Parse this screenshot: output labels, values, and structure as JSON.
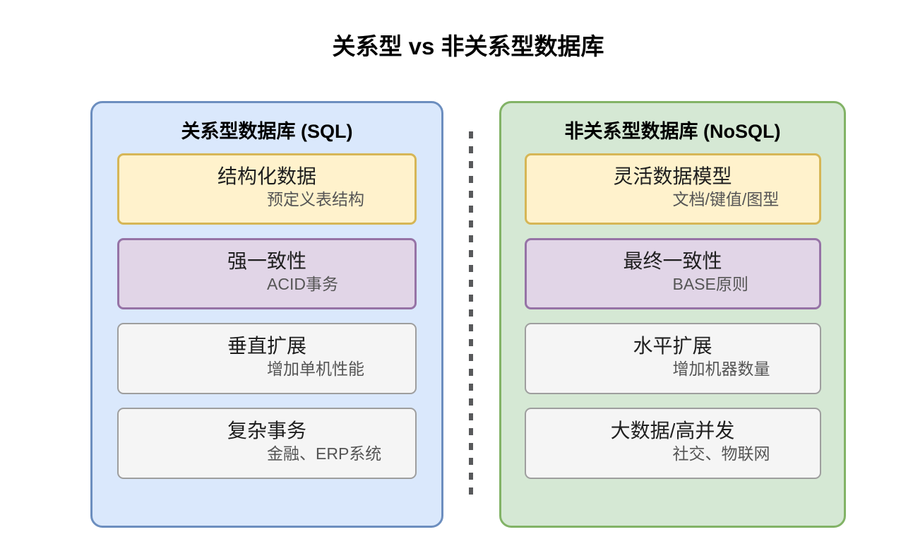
{
  "title": "关系型 vs 非关系型数据库",
  "divider": {
    "color": "#58595b",
    "style": "dashed-vertical"
  },
  "card_colors": {
    "yellow": {
      "bg": "#fff2cc",
      "border": "#d6b656"
    },
    "purple": {
      "bg": "#e1d5e7",
      "border": "#9673a6"
    },
    "gray": {
      "bg": "#f5f5f5",
      "border": "#9e9e9e"
    }
  },
  "panels": [
    {
      "id": "sql",
      "header": "关系型数据库 (SQL)",
      "colors": {
        "bg": "#dae8fc",
        "border": "#6c8ebf"
      },
      "cards": [
        {
          "title": "结构化数据",
          "subtitle": "预定义表结构",
          "variant": "yellow"
        },
        {
          "title": "强一致性",
          "subtitle": "ACID事务",
          "variant": "purple"
        },
        {
          "title": "垂直扩展",
          "subtitle": "增加单机性能",
          "variant": "gray"
        },
        {
          "title": "复杂事务",
          "subtitle": "金融、ERP系统",
          "variant": "gray"
        }
      ]
    },
    {
      "id": "nosql",
      "header": "非关系型数据库 (NoSQL)",
      "colors": {
        "bg": "#d5e8d4",
        "border": "#82b366"
      },
      "cards": [
        {
          "title": "灵活数据模型",
          "subtitle": "文档/键值/图型",
          "variant": "yellow"
        },
        {
          "title": "最终一致性",
          "subtitle": "BASE原则",
          "variant": "purple"
        },
        {
          "title": "水平扩展",
          "subtitle": "增加机器数量",
          "variant": "gray"
        },
        {
          "title": "大数据/高并发",
          "subtitle": "社交、物联网",
          "variant": "gray"
        }
      ]
    }
  ]
}
